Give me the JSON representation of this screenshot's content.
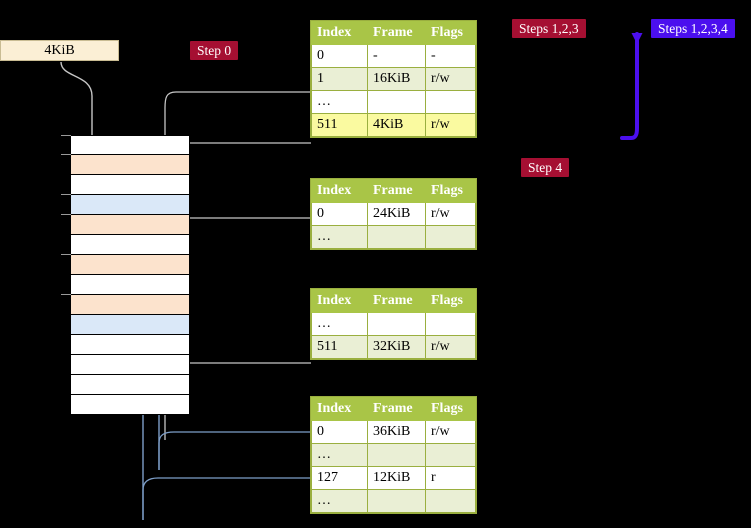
{
  "diagram": {
    "title_hidden": "",
    "memory_label": "4KiB",
    "badges": [
      {
        "id": "step0",
        "label": "Step 0",
        "color": "#A50F32"
      },
      {
        "id": "step4",
        "label": "Step 4",
        "color": "#A50F32"
      },
      {
        "id": "steps123",
        "label": "Steps 1,2,3",
        "color": "#A50F32"
      },
      {
        "id": "steps1234",
        "label": "Steps 1,2,3,4",
        "color": "#4B0FEE"
      }
    ],
    "columns": [
      "Index",
      "Frame",
      "Flags"
    ],
    "tables": [
      {
        "name": "pml4-table",
        "rows": [
          {
            "index": "0",
            "frame": "-",
            "flags": "-",
            "style": "plain"
          },
          {
            "index": "1",
            "frame": "16KiB",
            "flags": "r/w",
            "style": "alt"
          },
          {
            "index": "…",
            "frame": "",
            "flags": "",
            "style": "plain"
          },
          {
            "index": "511",
            "frame": "4KiB",
            "flags": "r/w",
            "style": "hl"
          }
        ]
      },
      {
        "name": "pdp-table",
        "rows": [
          {
            "index": "0",
            "frame": "24KiB",
            "flags": "r/w",
            "style": "plain"
          },
          {
            "index": "…",
            "frame": "",
            "flags": "",
            "style": "alt"
          }
        ]
      },
      {
        "name": "pd-table",
        "rows": [
          {
            "index": "…",
            "frame": "",
            "flags": "",
            "style": "plain"
          },
          {
            "index": "511",
            "frame": "32KiB",
            "flags": "r/w",
            "style": "alt"
          }
        ]
      },
      {
        "name": "pt-table",
        "rows": [
          {
            "index": "0",
            "frame": "36KiB",
            "flags": "r/w",
            "style": "plain"
          },
          {
            "index": "…",
            "frame": "",
            "flags": "",
            "style": "alt"
          },
          {
            "index": "127",
            "frame": "12KiB",
            "flags": "r",
            "style": "plain"
          },
          {
            "index": "…",
            "frame": "",
            "flags": "",
            "style": "alt"
          }
        ]
      }
    ],
    "memory_rows": [
      {
        "fill": "white"
      },
      {
        "fill": "orange"
      },
      {
        "fill": "white"
      },
      {
        "fill": "blue"
      },
      {
        "fill": "orange"
      },
      {
        "fill": "white"
      },
      {
        "fill": "orange"
      },
      {
        "fill": "white"
      },
      {
        "fill": "orange"
      },
      {
        "fill": "blue"
      },
      {
        "fill": "white"
      },
      {
        "fill": "white"
      },
      {
        "fill": "white"
      },
      {
        "fill": "white"
      }
    ],
    "colors": {
      "table_header": "#A9C547",
      "table_alt_row": "#EAEFD5",
      "table_highlight": "#FAFAA0",
      "memory_orange": "#FCE3CD",
      "memory_blue": "#DAE8F8",
      "kib_box": "#FBEFD5",
      "gray_wire": "#BFBFBF",
      "blue_wire": "#7D9EC8",
      "violet_arrow": "#4B0FEE"
    }
  }
}
